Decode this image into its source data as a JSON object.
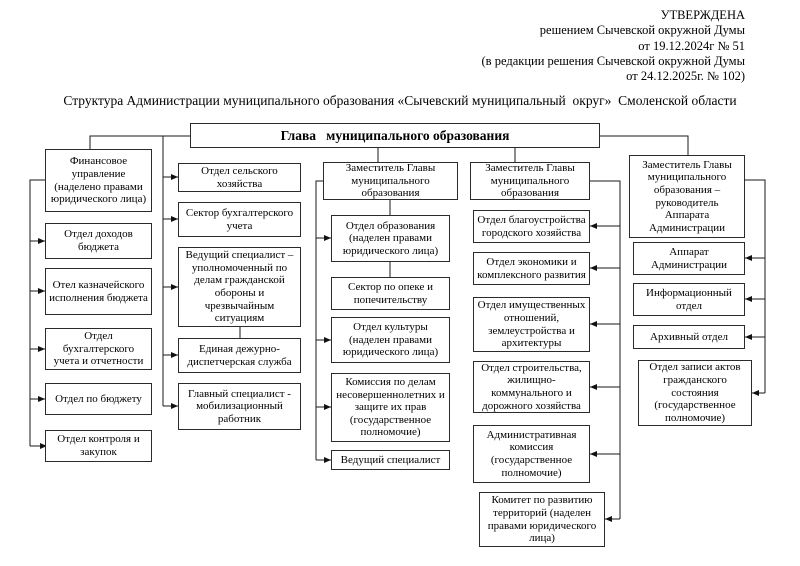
{
  "approval": {
    "lines": [
      "УТВЕРЖДЕНА",
      "решением Сычевской окружной Думы",
      "от 19.12.2024г № 51",
      "(в редакции решения Сычевской окружной Думы",
      "от 24.12.2025г. № 102)"
    ]
  },
  "title": "Структура Администрации муниципального образования «Сычевский муниципальный  округ»  Смоленской области",
  "org_chart": {
    "head": "Глава   муниципального образования",
    "columns": [
      {
        "id": "finance-department",
        "boxes": [
          "Финансовое управление (наделено правами юридического лица)",
          "Отдел доходов бюджета",
          "Отел казначейского исполнения бюджета",
          "Отдел бухгалтерского учета и отчетности",
          "Отдел по бюджету",
          "Отдел контроля и закупок"
        ]
      },
      {
        "id": "direct-subordination-units",
        "boxes": [
          "Отдел сельского хозяйства",
          "Сектор бухгалтерского учета",
          "Ведущий специалист – уполномоченный по делам гражданской обороны и чрезвычайным ситуациям",
          "Единая дежурно-диспетчерская служба",
          "Главный специалист - мобилизационный работник"
        ]
      },
      {
        "id": "deputy-head-social",
        "boxes": [
          "Заместитель  Главы муниципального образования",
          "Отдел образования (наделен правами юридического лица)",
          "Сектор по опеке и попечительству",
          "Отдел культуры (наделен правами юридического лица)",
          "Комиссия по делам несовершеннолетних и защите их прав (государственное полномочие)",
          "Ведущий специалист"
        ]
      },
      {
        "id": "deputy-head-economy",
        "boxes": [
          "Заместитель Главы муниципального образования",
          "Отдел благоустройства городского хозяйства",
          "Отдел экономики и комплексного развития",
          "Отдел имущественных отношений, землеустройства и архитектуры",
          "Отдел строительства, жилищно-коммунального и дорожного хозяйства",
          "Административная комиссия (государственное полномочие)",
          "Комитет по развитию территорий (наделен правами юридического лица)"
        ]
      },
      {
        "id": "deputy-head-apparat",
        "boxes": [
          "Заместитель Главы муниципального образования – руководитель Аппарата Администрации",
          "Аппарат Администрации",
          "Информационный отдел",
          "Архивный отдел",
          "Отдел записи актов гражданского состояния (государственное полномочие)"
        ]
      }
    ]
  },
  "colors": {
    "background": "#ffffff",
    "line": "#1a1a1a",
    "box_border": "#2b2b2b",
    "text": "#000000"
  }
}
